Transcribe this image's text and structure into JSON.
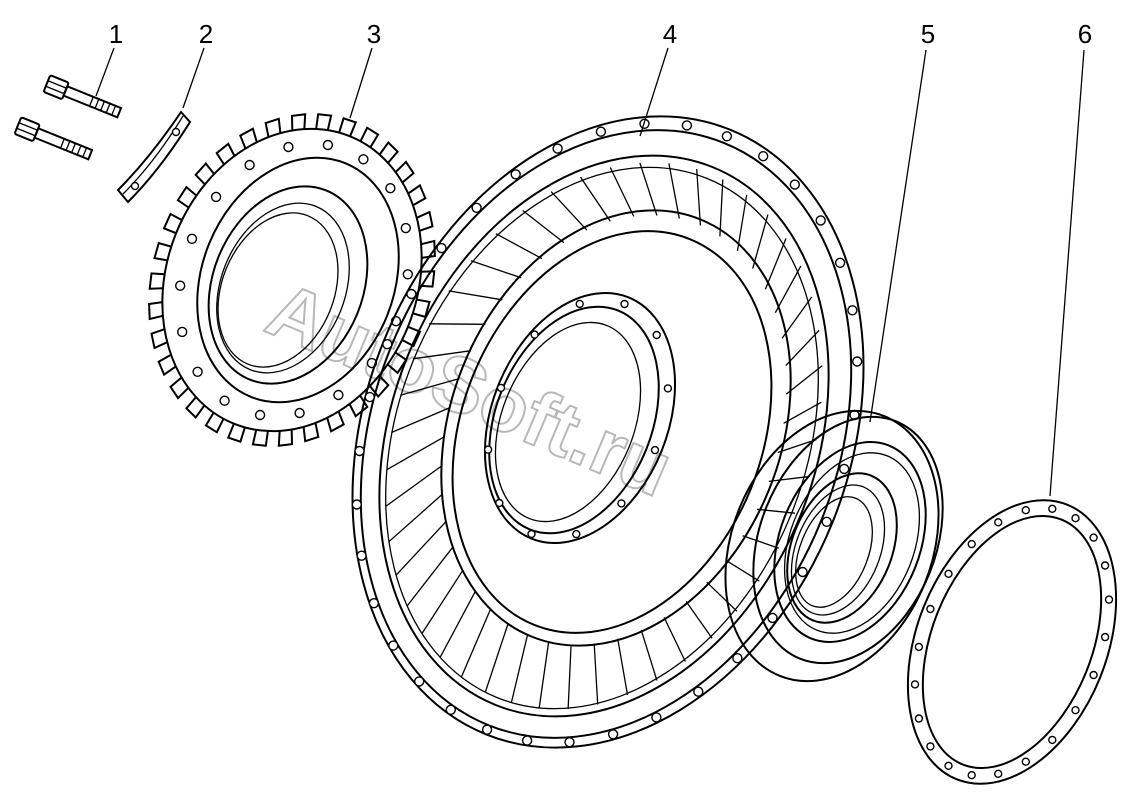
{
  "diagram": {
    "callouts": [
      {
        "id": "1",
        "label": "1"
      },
      {
        "id": "2",
        "label": "2"
      },
      {
        "id": "3",
        "label": "3"
      },
      {
        "id": "4",
        "label": "4"
      },
      {
        "id": "5",
        "label": "5"
      },
      {
        "id": "6",
        "label": "6"
      }
    ],
    "watermark": "AutoSoft.ru",
    "colors": {
      "ink": "#000000",
      "background": "#ffffff",
      "watermark": "#b8b8b8"
    }
  }
}
